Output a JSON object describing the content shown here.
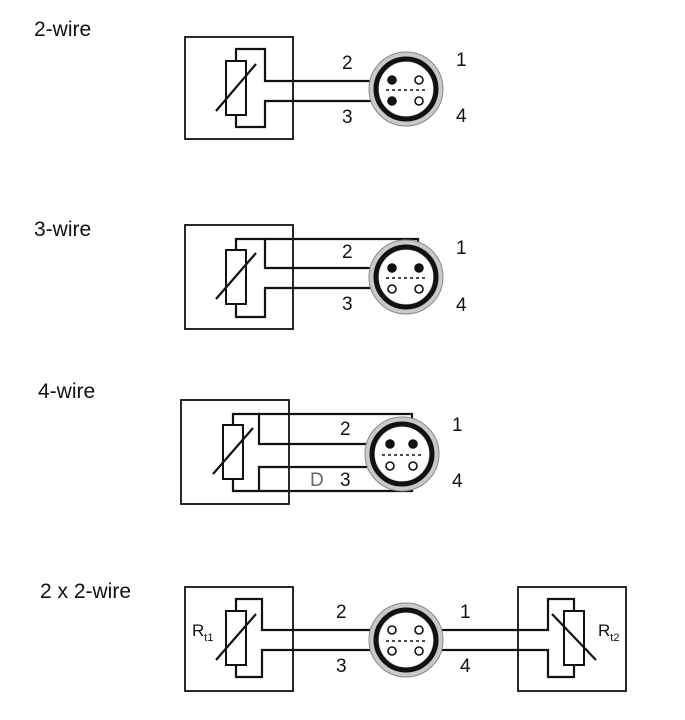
{
  "diagrams": [
    {
      "title": "2-wire",
      "pins": {
        "p1": "1",
        "p2": "2",
        "p3": "3",
        "p4": "4"
      }
    },
    {
      "title": "3-wire",
      "pins": {
        "p1": "1",
        "p2": "2",
        "p3": "3",
        "p4": "4"
      }
    },
    {
      "title": "4-wire",
      "pins": {
        "p1": "1",
        "p2": "2",
        "p3": "3",
        "p4": "4"
      },
      "marker": "D"
    },
    {
      "title": "2 x 2-wire",
      "pins": {
        "p1": "1",
        "p2": "2",
        "p3": "3",
        "p4": "4"
      },
      "sensors": [
        {
          "main": "R",
          "sub": "t1"
        },
        {
          "main": "R",
          "sub": "t2"
        }
      ]
    }
  ]
}
